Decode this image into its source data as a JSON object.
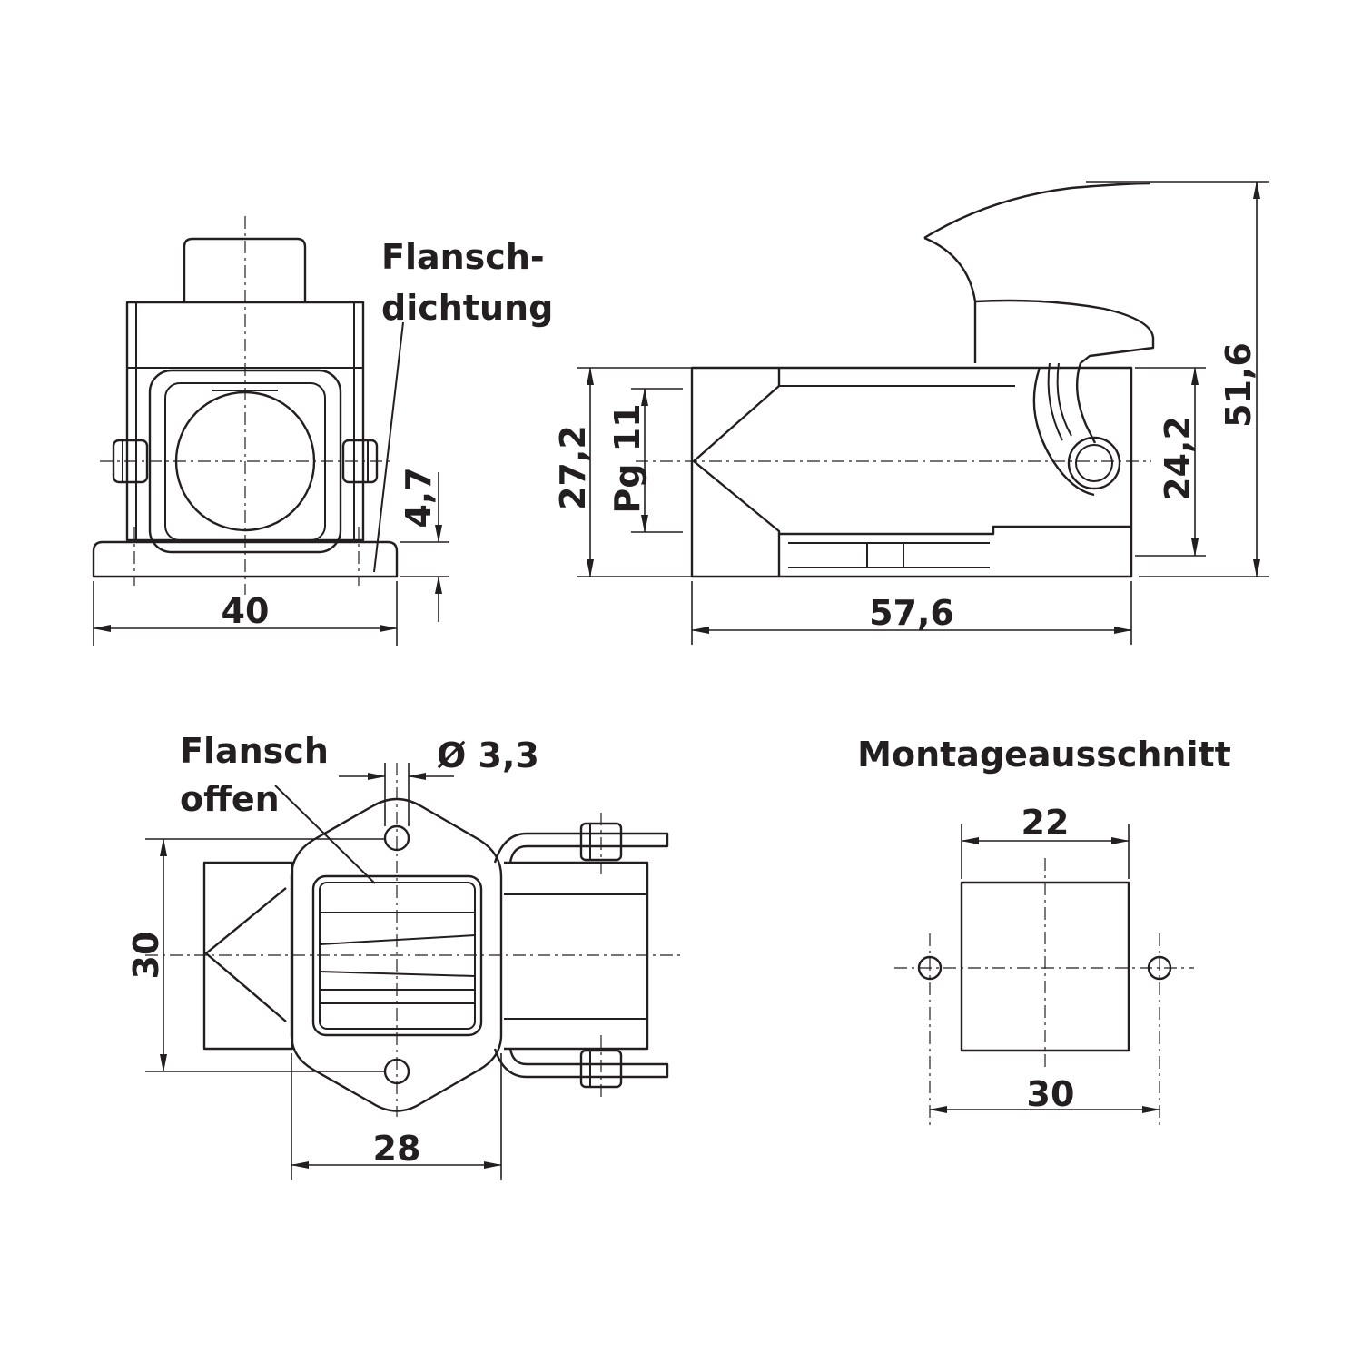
{
  "labels": {
    "flange_gasket": [
      "Flansch-",
      "dichtung"
    ],
    "flange_open": [
      "Flansch",
      "offen"
    ],
    "mounting_cutout": "Montageausschnitt",
    "thread": "Pg 11"
  },
  "dimensions": {
    "front_width": "40",
    "flange_height": "4,7",
    "side_length": "57,6",
    "side_height": "27,2",
    "side_inner_height": "24,2",
    "total_height": "51,6",
    "top_width": "28",
    "top_height": "30",
    "hole_diameter": "Ø 3,3",
    "cutout_width": "22",
    "cutout_hole_spacing": "30"
  }
}
